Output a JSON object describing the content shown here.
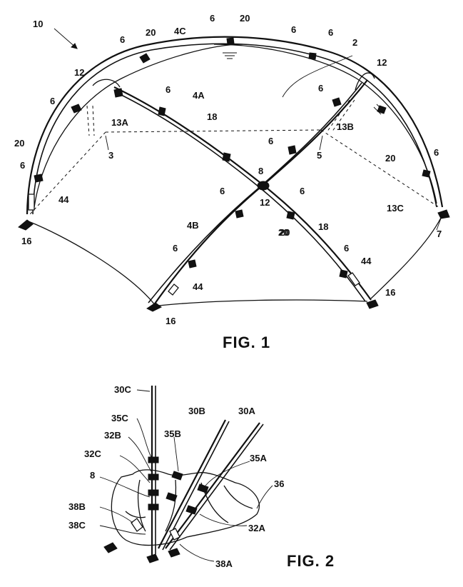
{
  "figures": [
    {
      "caption": "FIG. 1",
      "labels": [
        "10",
        "4C",
        "6",
        "20",
        "6",
        "20",
        "6",
        "2",
        "6",
        "20",
        "12",
        "12",
        "6",
        "4A",
        "6",
        "6",
        "13A",
        "18",
        "13B",
        "3",
        "6",
        "5",
        "20",
        "6",
        "8",
        "6",
        "20",
        "6",
        "44",
        "12",
        "13C",
        "4B",
        "6",
        "7",
        "16",
        "20",
        "18",
        "6",
        "44",
        "6",
        "16",
        "44",
        "16"
      ]
    },
    {
      "caption": "FIG. 2",
      "labels": [
        "30C",
        "30B",
        "30A",
        "35C",
        "35B",
        "32B",
        "32C",
        "35A",
        "36",
        "8",
        "38B",
        "38C",
        "32A",
        "38A"
      ]
    }
  ]
}
